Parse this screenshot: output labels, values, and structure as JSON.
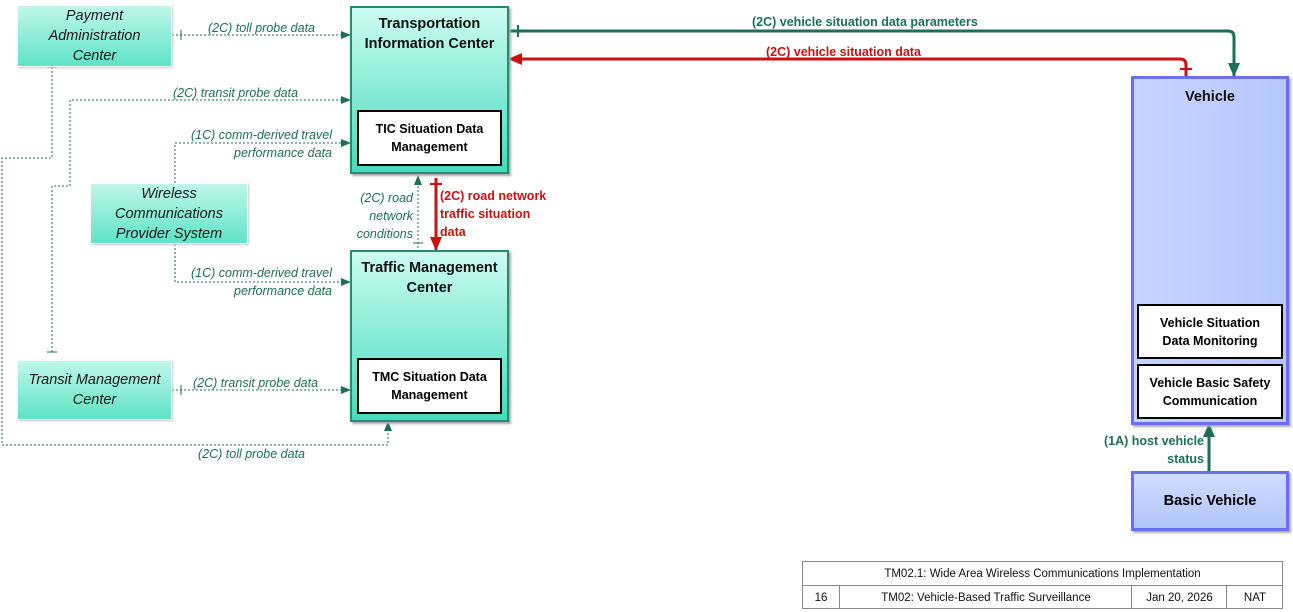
{
  "nodes": {
    "payment_admin": "Payment\nAdministration\nCenter",
    "tic": "Transportation\nInformation Center",
    "tic_element": "TIC Situation Data\nManagement",
    "wireless": "Wireless\nCommunications\nProvider System",
    "tmc": "Traffic Management\nCenter",
    "tmc_element": "TMC Situation Data\nManagement",
    "transit_mgmt": "Transit Management\nCenter",
    "vehicle": "Vehicle",
    "vehicle_situation_element": "Vehicle Situation\nData Monitoring",
    "vehicle_safety_element": "Vehicle Basic Safety\nCommunication",
    "basic_vehicle": "Basic Vehicle"
  },
  "flows": {
    "toll_probe_top": "(2C) toll probe data",
    "transit_probe_top": "(2C) transit probe data",
    "comm_travel_top": "(1C) comm-derived travel\nperformance data",
    "comm_travel_bottom": "(1C) comm-derived travel\nperformance data",
    "road_network_conditions": "(2C) road\nnetwork\nconditions",
    "road_network_traffic": "(2C) road network\ntraffic situation\ndata",
    "transit_probe_bottom": "(2C) transit probe data",
    "toll_probe_bottom": "(2C) toll probe data",
    "vehicle_situation_params": "(2C) vehicle situation data parameters",
    "vehicle_situation_data": "(2C) vehicle situation data",
    "host_vehicle_status": "(1A) host vehicle\nstatus"
  },
  "title_block": {
    "service_package": "TM02.1: Wide Area Wireless Communications Implementation",
    "page_number": "16",
    "parent_package": "TM02: Vehicle-Based Traffic Surveillance",
    "date": "Jan 20, 2026",
    "scope": "NAT"
  },
  "colors": {
    "info_flow": "#1d6f57",
    "security_flow": "#cc1010",
    "center_border": "#2a8a70",
    "vehicle_border": "#6a6ef0"
  }
}
